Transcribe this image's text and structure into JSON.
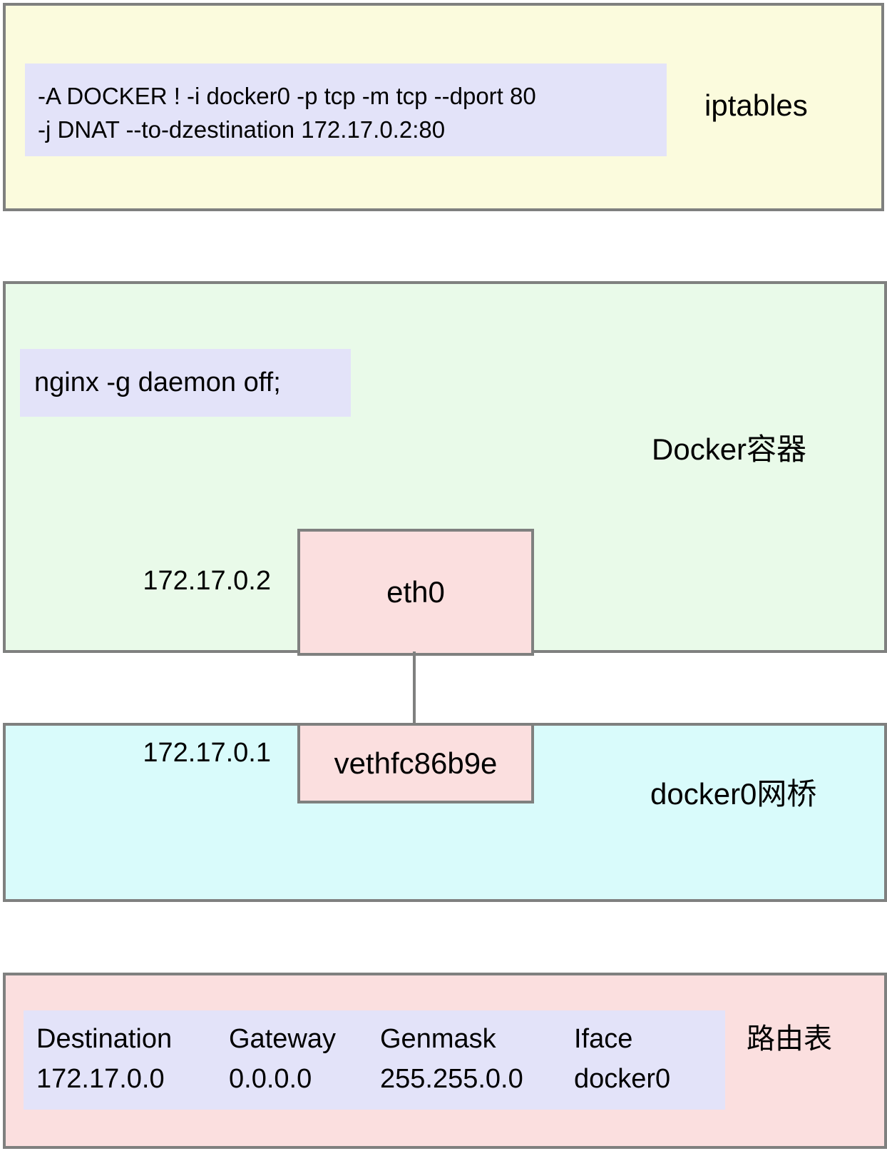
{
  "diagram": {
    "title": "Docker container networking: iptables DNAT, docker0 bridge, route table",
    "colors": {
      "iptables_zone_bg": "#fbfbdd",
      "container_zone_bg": "#e9fae9",
      "bridge_zone_bg": "#d9fbfb",
      "route_zone_bg": "#fbdfdf",
      "panel_bg": "#e3e3f9",
      "interface_bg": "#fbdfdf",
      "border": "#7f807f",
      "text": "#000000"
    }
  },
  "iptables": {
    "zone_label": "iptables",
    "rule_line1": "-A DOCKER ! -i docker0 -p tcp -m tcp --dport 80",
    "rule_line2": "-j DNAT --to-dzestination 172.17.0.2:80"
  },
  "container": {
    "zone_label": "Docker容器",
    "process_command": "nginx -g daemon off;",
    "interface": {
      "name": "eth0",
      "ip": "172.17.0.2"
    }
  },
  "bridge": {
    "zone_label": "docker0网桥",
    "interface": {
      "name": "vethfc86b9e",
      "ip": "172.17.0.1"
    }
  },
  "route_table": {
    "zone_label": "路由表",
    "headers": [
      "Destination",
      "Gateway",
      "Genmask",
      "Iface"
    ],
    "rows": [
      [
        "172.17.0.0",
        "0.0.0.0",
        "255.255.0.0",
        "docker0"
      ]
    ]
  }
}
